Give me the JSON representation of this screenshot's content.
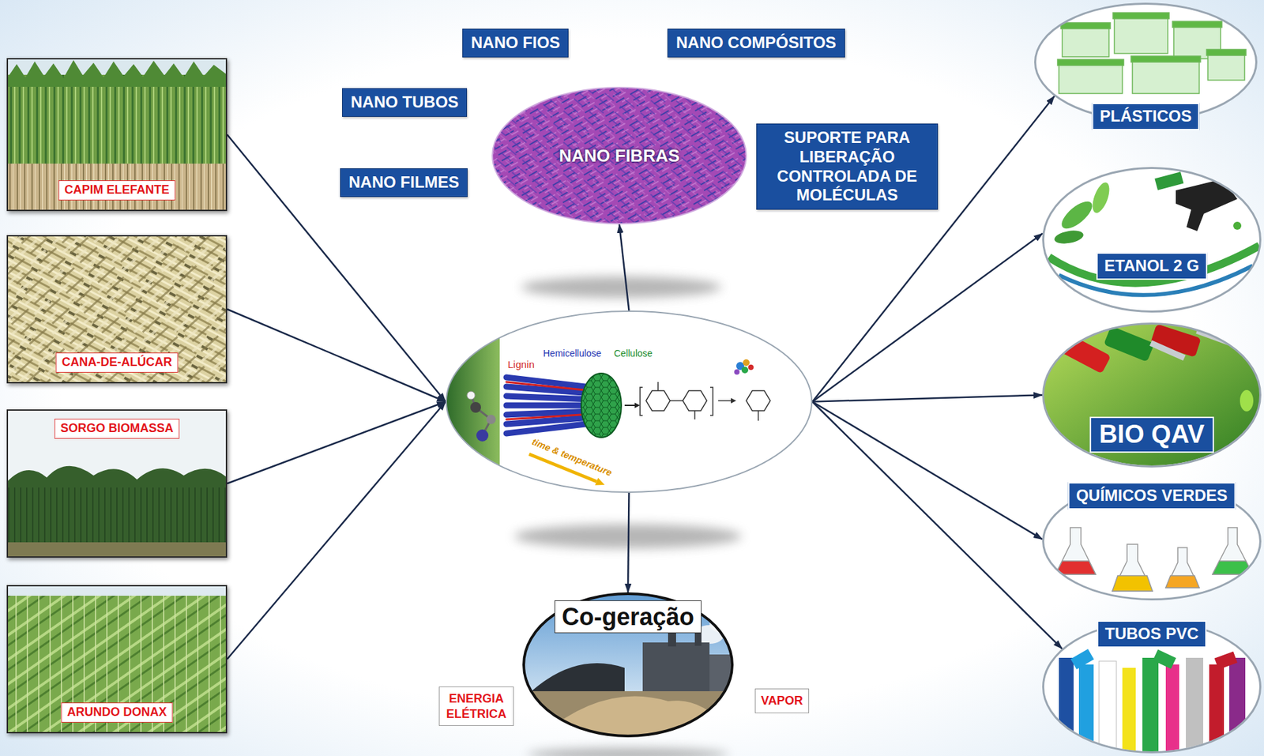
{
  "diagram": {
    "nodes": [
      {
        "text": [
          "CAPIM ELEFANTE"
        ]
      },
      {
        "text": [
          "CANA-DE-ALÚCAR"
        ]
      },
      {
        "text": [
          "SORGO BIOMASSA"
        ]
      },
      {
        "text": [
          "ARUNDO DONAX"
        ]
      },
      {
        "text": [
          "NANO FIOS"
        ]
      },
      {
        "text": [
          "NANO COMPÓSITOS"
        ]
      },
      {
        "text": [
          "NANO TUBOS"
        ]
      },
      {
        "text": [
          "NANO FIBRAS"
        ]
      },
      {
        "text": [
          "SUPORTE PARA LIBERAÇÃO CONTROLADA DE MOLÉCULAS"
        ]
      },
      {
        "text": [
          "NANO FILMES"
        ]
      },
      {
        "text": [
          "Lignin",
          "Hemicellulose",
          "Cellulose",
          "time & temperature"
        ]
      },
      {
        "text": [
          "Co-geração"
        ]
      },
      {
        "text": [
          "ENERGIA ELÉTRICA"
        ]
      },
      {
        "text": [
          "VAPOR"
        ]
      },
      {
        "text": [
          "PLÁSTICOS"
        ]
      },
      {
        "text": [
          "ETANOL 2 G"
        ]
      },
      {
        "text": [
          "BIO QAV"
        ]
      },
      {
        "text": [
          "QUÍMICOS VERDES"
        ]
      },
      {
        "text": [
          "TUBOS PVC"
        ]
      }
    ],
    "edges": [
      {
        "from": 0,
        "to": 10,
        "arrow": "to"
      },
      {
        "from": 1,
        "to": 10,
        "arrow": "to"
      },
      {
        "from": 2,
        "to": 10,
        "arrow": "to"
      },
      {
        "from": 3,
        "to": 10,
        "arrow": "to"
      },
      {
        "from": 10,
        "to": 7,
        "arrow": "to"
      },
      {
        "from": 10,
        "to": 11,
        "arrow": "to"
      },
      {
        "from": 10,
        "to": 14,
        "arrow": "to"
      },
      {
        "from": 10,
        "to": 15,
        "arrow": "to"
      },
      {
        "from": 10,
        "to": 16,
        "arrow": "to"
      },
      {
        "from": 10,
        "to": 17,
        "arrow": "to"
      },
      {
        "from": 10,
        "to": 18,
        "arrow": "to"
      }
    ]
  }
}
